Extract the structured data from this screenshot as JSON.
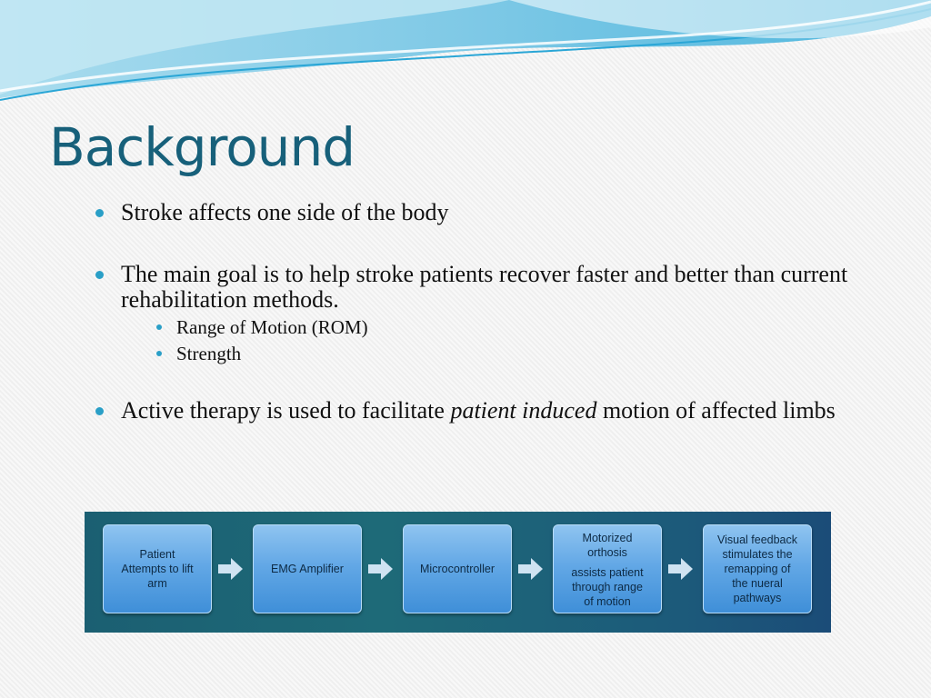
{
  "slide": {
    "title": "Background",
    "bullets": [
      {
        "text": "Stroke affects one side of the body"
      },
      {
        "text": "The main goal is to help stroke patients recover faster and better than current rehabilitation methods.",
        "sub": [
          "Range of Motion (ROM)",
          "Strength"
        ]
      },
      {
        "text_before": "Active therapy is used to facilitate ",
        "text_italic": "patient induced",
        "text_after": " motion of affected limbs"
      }
    ]
  },
  "flowchart": {
    "steps": [
      {
        "lines": [
          "Patient",
          "Attempts to lift",
          "arm"
        ]
      },
      {
        "lines": [
          "EMG Amplifier"
        ]
      },
      {
        "lines": [
          "Microcontroller"
        ]
      },
      {
        "lines": [
          "Motorized",
          "orthosis",
          "assists patient",
          "through range",
          "of motion"
        ]
      },
      {
        "lines": [
          "Visual feedback",
          "stimulates the",
          "remapping of",
          "the nueral",
          "pathways"
        ]
      }
    ]
  },
  "colors": {
    "title": "#17607a",
    "bullet": "#2a9fc7",
    "flow_bg": "#1b5f72",
    "box": "#63a8e6"
  }
}
